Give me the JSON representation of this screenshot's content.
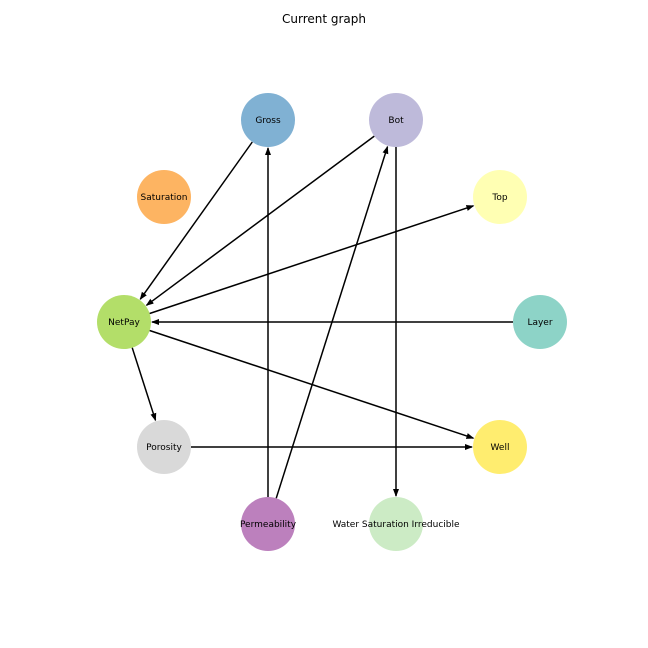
{
  "title": "Current graph",
  "nodes": [
    {
      "id": "gross",
      "label": "Gross",
      "color": "#80b1d3"
    },
    {
      "id": "bot",
      "label": "Bot",
      "color": "#bebada"
    },
    {
      "id": "saturation",
      "label": "Saturation",
      "color": "#fdb462"
    },
    {
      "id": "top",
      "label": "Top",
      "color": "#ffffb3"
    },
    {
      "id": "netpay",
      "label": "NetPay",
      "color": "#b3de69"
    },
    {
      "id": "layer",
      "label": "Layer",
      "color": "#8dd3c7"
    },
    {
      "id": "porosity",
      "label": "Porosity",
      "color": "#d9d9d9"
    },
    {
      "id": "well",
      "label": "Well",
      "color": "#ffed6f"
    },
    {
      "id": "permeability",
      "label": "Permeability",
      "color": "#bc80bd"
    },
    {
      "id": "wsi",
      "label": "Water Saturation Irreducible",
      "color": "#ccebc5"
    }
  ],
  "edges": [
    {
      "from": "gross",
      "to": "netpay"
    },
    {
      "from": "bot",
      "to": "netpay"
    },
    {
      "from": "netpay",
      "to": "top"
    },
    {
      "from": "layer",
      "to": "netpay"
    },
    {
      "from": "netpay",
      "to": "well"
    },
    {
      "from": "netpay",
      "to": "porosity"
    },
    {
      "from": "porosity",
      "to": "well"
    },
    {
      "from": "permeability",
      "to": "gross"
    },
    {
      "from": "permeability",
      "to": "bot"
    },
    {
      "from": "bot",
      "to": "wsi"
    }
  ]
}
